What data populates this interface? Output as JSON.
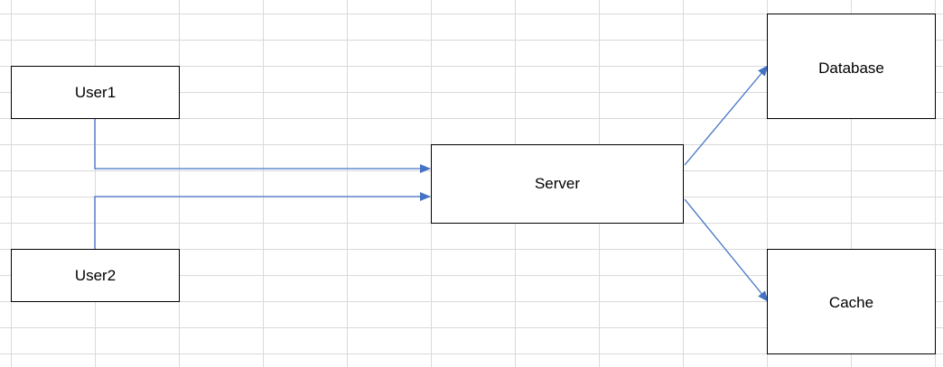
{
  "diagram": {
    "nodes": {
      "user1": "User1",
      "user2": "User2",
      "server": "Server",
      "database": "Database",
      "cache": "Cache"
    },
    "edges": [
      {
        "from": "user1",
        "to": "server"
      },
      {
        "from": "user2",
        "to": "server"
      },
      {
        "from": "server",
        "to": "database"
      },
      {
        "from": "server",
        "to": "cache"
      }
    ]
  },
  "colors": {
    "gridline": "#d9d9d9",
    "connector": "#4472c4",
    "box_border": "#000000"
  }
}
